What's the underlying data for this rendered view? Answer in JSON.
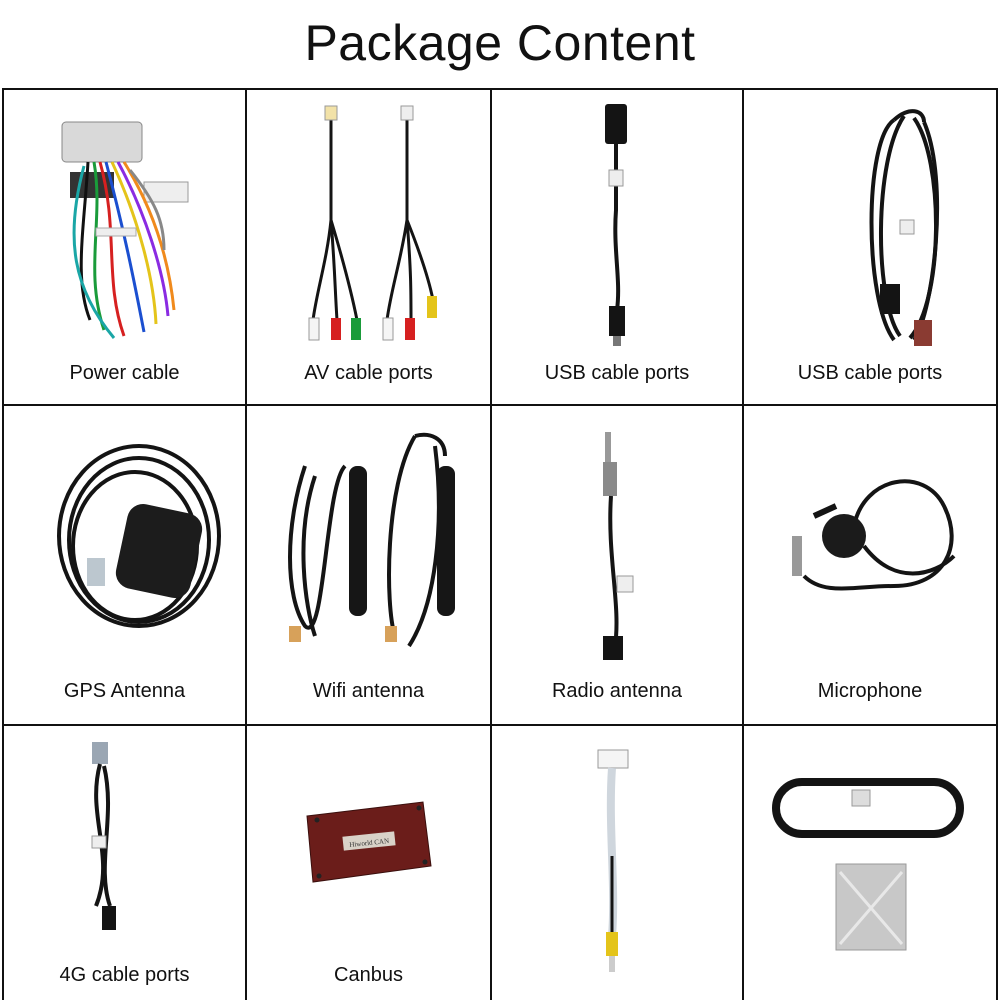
{
  "page": {
    "title": "Package Content"
  },
  "items": [
    {
      "label": "Power cable",
      "icon": "power-harness-icon"
    },
    {
      "label": "AV cable ports",
      "icon": "av-cable-icon"
    },
    {
      "label": "USB cable ports",
      "icon": "usb-cable-icon"
    },
    {
      "label": "USB cable ports",
      "icon": "usb-extension-icon"
    },
    {
      "label": "GPS Antenna",
      "icon": "gps-antenna-icon"
    },
    {
      "label": "Wifi antenna",
      "icon": "wifi-antenna-icon"
    },
    {
      "label": "Radio antenna",
      "icon": "radio-antenna-icon"
    },
    {
      "label": "Microphone",
      "icon": "microphone-icon"
    },
    {
      "label": "4G cable ports",
      "icon": "4g-cable-icon"
    },
    {
      "label": "Canbus",
      "icon": "canbus-box-icon"
    },
    {
      "label": "",
      "icon": "rca-cable-icon"
    },
    {
      "label": "",
      "icon": "trim-frame-icon"
    }
  ],
  "canbus_box_text": "Hiworld CAN",
  "colors": {
    "border": "#111111",
    "cable": "#141414",
    "canbus": "#6b1d1a"
  }
}
